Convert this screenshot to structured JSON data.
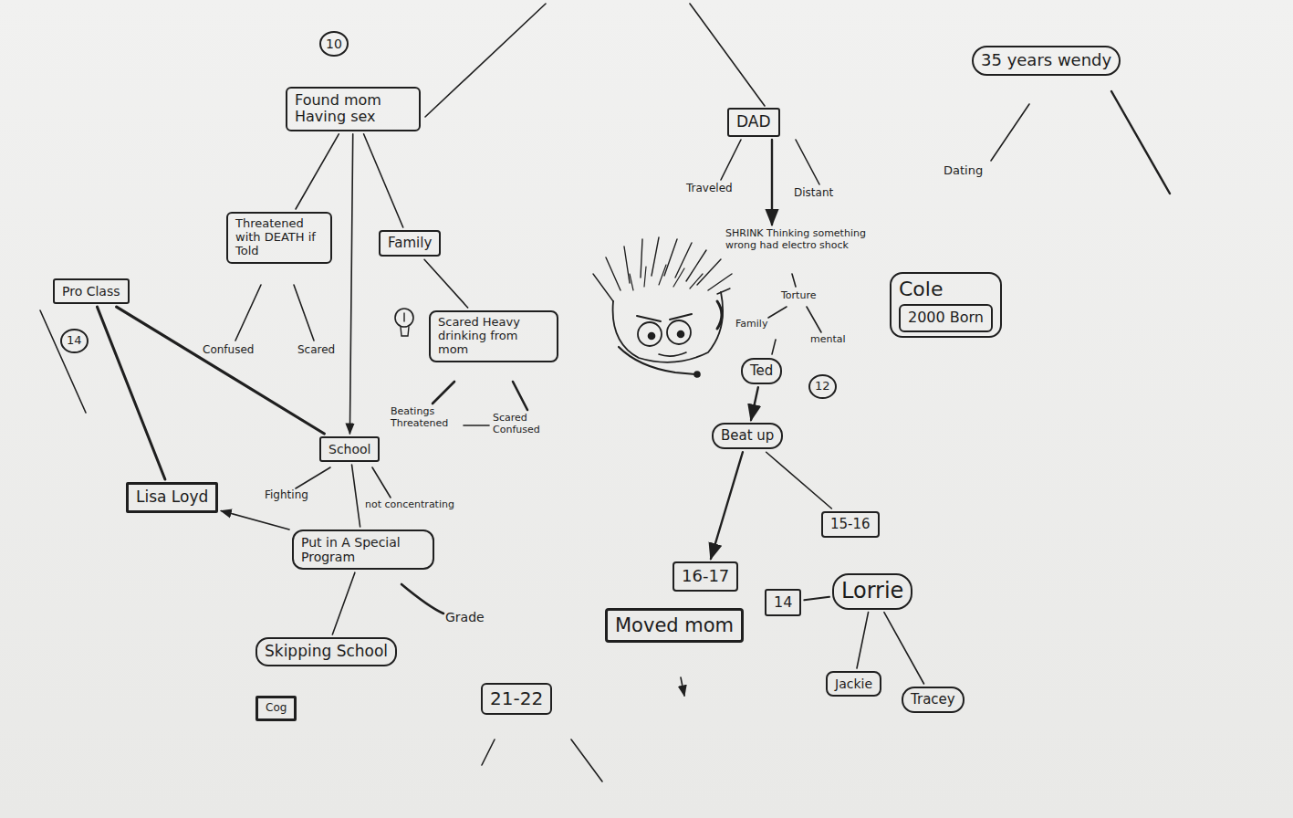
{
  "diagram": {
    "nodes": [
      {
        "text": [
          "Found mom Having sex"
        ]
      },
      {
        "text": [
          "DAD"
        ]
      },
      {
        "text": [
          "35 years wendy"
        ]
      },
      {
        "text": [
          "Threatened with DEATH if Told"
        ]
      },
      {
        "text": [
          "Family"
        ]
      },
      {
        "text": [
          "Cole"
        ]
      },
      {
        "text": [
          "2000 Born"
        ],
        "in": 5
      },
      {
        "text": [
          "Pro Class"
        ]
      },
      {
        "text": [
          "Scared Heavy drinking from mom"
        ]
      },
      {
        "text": [
          "Ted"
        ]
      },
      {
        "text": [
          "School"
        ]
      },
      {
        "text": [
          "Beat up"
        ]
      },
      {
        "text": [
          "Lisa Loyd"
        ]
      },
      {
        "text": [
          "15-16"
        ]
      },
      {
        "text": [
          "Put in A Special Program"
        ]
      },
      {
        "text": [
          "16-17"
        ]
      },
      {
        "text": [
          "14"
        ]
      },
      {
        "text": [
          "Lorrie"
        ]
      },
      {
        "text": [
          "Moved mom"
        ]
      },
      {
        "text": [
          "Skipping School"
        ]
      },
      {
        "text": [
          "Jackie"
        ]
      },
      {
        "text": [
          "21-22"
        ]
      },
      {
        "text": [
          "Cog"
        ]
      },
      {
        "text": [
          "Tracey"
        ]
      }
    ],
    "edges": [
      {
        "from": 0,
        "to": 3,
        "arrow": "none"
      },
      {
        "from": 0,
        "to": 4,
        "arrow": "none"
      },
      {
        "from": 0,
        "to": 10,
        "arrow": "to"
      },
      {
        "from": 4,
        "to": 8,
        "arrow": "none"
      },
      {
        "from": 7,
        "to": 10,
        "arrow": "none"
      },
      {
        "from": 7,
        "to": 12,
        "arrow": "none"
      },
      {
        "from": 10,
        "to": 14,
        "arrow": "none"
      },
      {
        "from": 14,
        "to": 12,
        "arrow": "to"
      },
      {
        "from": 14,
        "to": 19,
        "arrow": "none"
      },
      {
        "from": 9,
        "to": 11,
        "arrow": "to"
      },
      {
        "from": 11,
        "to": 13,
        "arrow": "none"
      },
      {
        "from": 11,
        "to": 15,
        "arrow": "to"
      },
      {
        "from": 16,
        "to": 17,
        "arrow": "none"
      },
      {
        "from": 17,
        "to": 20,
        "arrow": "none"
      },
      {
        "from": 17,
        "to": 23,
        "arrow": "none"
      }
    ],
    "labels": [
      "10",
      "Traveled",
      "Distant",
      "Dating",
      "Confused",
      "Scared",
      "SHRINK Thinking something wrong had electro shock",
      "Torture",
      "Family",
      "mental",
      "14",
      "12",
      "Beatings Threatened",
      "Scared Confused",
      "Fighting",
      "not concentrating",
      "Grade"
    ]
  }
}
